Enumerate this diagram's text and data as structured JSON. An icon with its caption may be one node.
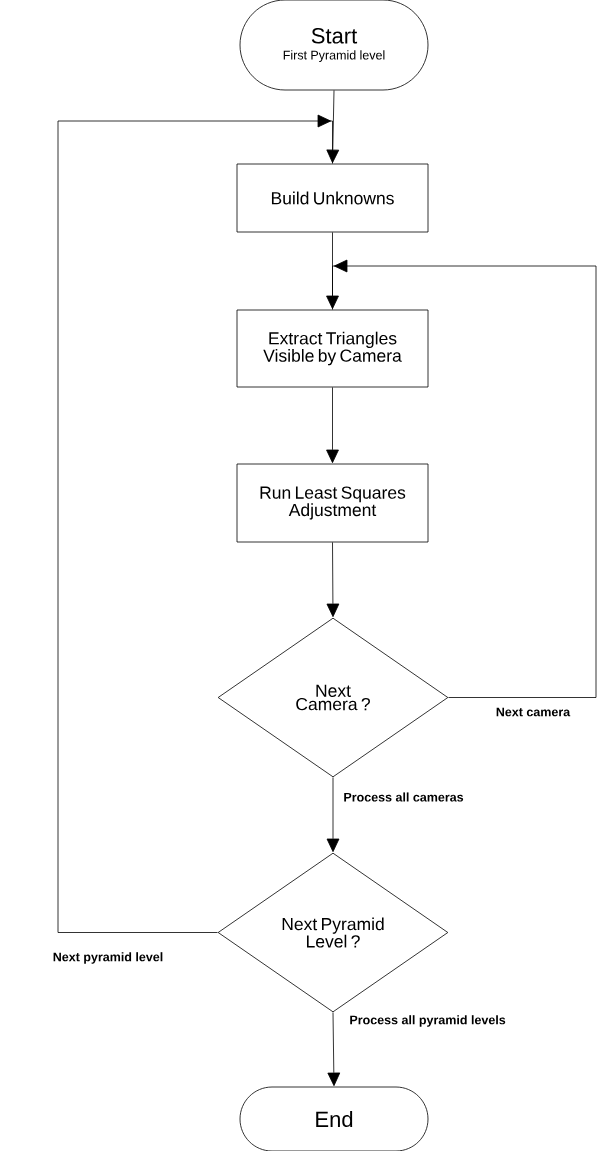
{
  "diagram": {
    "nodes": [
      {
        "text": [
          "Start",
          "First Pyramid level"
        ]
      },
      {
        "text": [
          "Build Unknowns"
        ]
      },
      {
        "text": [
          "Extract Triangles Visible by Camera"
        ]
      },
      {
        "text": [
          "Run Least Squares Adjustment"
        ]
      },
      {
        "text": [
          "Next Camera ?"
        ]
      },
      {
        "text": [
          "Next Pyramid Level ?"
        ]
      },
      {
        "text": [
          "End"
        ]
      }
    ],
    "edges": [
      {
        "from": 0,
        "to": 1,
        "arrow": "to"
      },
      {
        "from": 1,
        "to": 2,
        "arrow": "to"
      },
      {
        "from": 2,
        "to": 3,
        "arrow": "to"
      },
      {
        "from": 3,
        "to": 4,
        "arrow": "to"
      },
      {
        "from": 4,
        "to": 2,
        "arrow": "to",
        "label": "Next camera"
      },
      {
        "from": 4,
        "to": 5,
        "arrow": "to",
        "label": "Process all cameras"
      },
      {
        "from": 5,
        "to": 1,
        "arrow": "to",
        "label": "Next pyramid level"
      },
      {
        "from": 5,
        "to": 6,
        "arrow": "to",
        "label": "Process all pyramid levels"
      }
    ]
  }
}
